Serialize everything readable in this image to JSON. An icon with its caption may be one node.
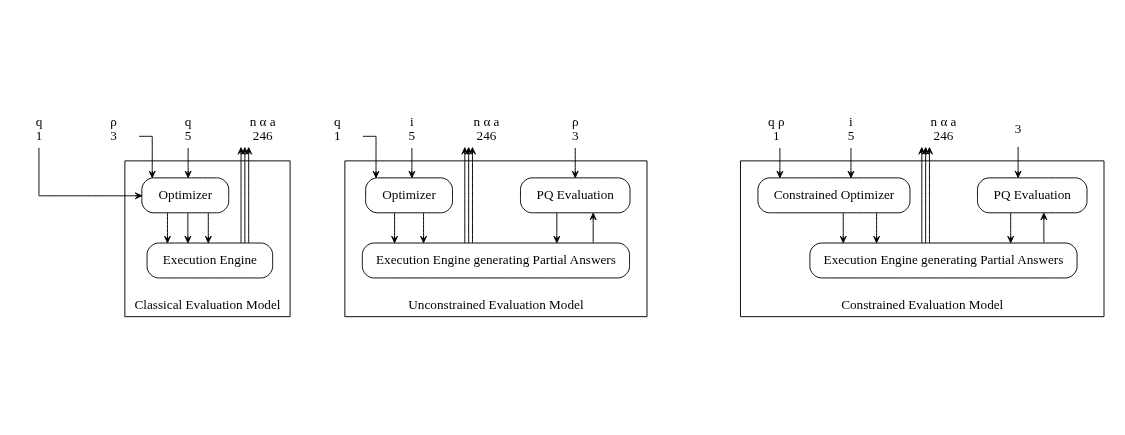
{
  "diagram": {
    "nodes": [
      {
        "text": [],
        "shape": "box",
        "beside": [
          "Classical Evaluation Model"
        ]
      },
      {
        "text": [
          "q",
          "1"
        ]
      },
      {
        "text": [
          "ρ",
          "3"
        ]
      },
      {
        "text": [
          "q",
          "5"
        ]
      },
      {
        "text": [
          "n α a",
          "246"
        ]
      },
      {
        "text": [
          "Optimizer"
        ],
        "in": 0
      },
      {
        "text": [
          "Execution Engine"
        ],
        "in": 0
      },
      {
        "text": [],
        "shape": "box",
        "beside": [
          "Unconstrained Evaluation Model"
        ]
      },
      {
        "text": [
          "q",
          "1"
        ]
      },
      {
        "text": [
          "i",
          "5"
        ]
      },
      {
        "text": [
          "n α a",
          "246"
        ]
      },
      {
        "text": [
          "ρ",
          "3"
        ]
      },
      {
        "text": [
          "Optimizer"
        ],
        "in": 7
      },
      {
        "text": [
          "PQ Evaluation"
        ],
        "in": 7
      },
      {
        "text": [
          "Execution Engine generating Partial Answers"
        ],
        "in": 7
      },
      {
        "text": [],
        "shape": "box",
        "beside": [
          "Constrained Evaluation Model"
        ]
      },
      {
        "text": [
          "q ρ",
          "1"
        ]
      },
      {
        "text": [
          "i",
          "5"
        ]
      },
      {
        "text": [
          "n α a",
          "246"
        ]
      },
      {
        "text": [
          "3"
        ]
      },
      {
        "text": [
          "Constrained Optimizer"
        ],
        "in": 15
      },
      {
        "text": [
          "PQ Evaluation"
        ],
        "in": 15
      },
      {
        "text": [
          "Execution Engine generating Partial Answers"
        ],
        "in": 15
      }
    ],
    "edges": [
      {
        "from": 1,
        "to": 5,
        "arrow": "to"
      },
      {
        "from": 2,
        "to": 5,
        "arrow": "to"
      },
      {
        "from": 3,
        "to": 5,
        "arrow": "to"
      },
      {
        "from": 5,
        "to": 6,
        "arrow": "to"
      },
      {
        "from": 5,
        "to": 6,
        "arrow": "to"
      },
      {
        "from": 5,
        "to": 6,
        "arrow": "to"
      },
      {
        "from": 6,
        "to": 4,
        "arrow": "to"
      },
      {
        "from": 6,
        "to": 4,
        "arrow": "to"
      },
      {
        "from": 6,
        "to": 4,
        "arrow": "to"
      },
      {
        "from": 8,
        "to": 12,
        "arrow": "to"
      },
      {
        "from": 9,
        "to": 12,
        "arrow": "to"
      },
      {
        "from": 11,
        "to": 13,
        "arrow": "to"
      },
      {
        "from": 12,
        "to": 14,
        "arrow": "to"
      },
      {
        "from": 12,
        "to": 14,
        "arrow": "to"
      },
      {
        "from": 13,
        "to": 14,
        "arrow": "to"
      },
      {
        "from": 14,
        "to": 13,
        "arrow": "to"
      },
      {
        "from": 14,
        "to": 10,
        "arrow": "to"
      },
      {
        "from": 14,
        "to": 10,
        "arrow": "to"
      },
      {
        "from": 14,
        "to": 10,
        "arrow": "to"
      },
      {
        "from": 16,
        "to": 20,
        "arrow": "to"
      },
      {
        "from": 17,
        "to": 20,
        "arrow": "to"
      },
      {
        "from": 19,
        "to": 21,
        "arrow": "to"
      },
      {
        "from": 20,
        "to": 22,
        "arrow": "to"
      },
      {
        "from": 20,
        "to": 22,
        "arrow": "to"
      },
      {
        "from": 21,
        "to": 22,
        "arrow": "to"
      },
      {
        "from": 22,
        "to": 21,
        "arrow": "to"
      },
      {
        "from": 22,
        "to": 18,
        "arrow": "to"
      },
      {
        "from": 22,
        "to": 18,
        "arrow": "to"
      },
      {
        "from": 22,
        "to": 18,
        "arrow": "to"
      }
    ]
  }
}
